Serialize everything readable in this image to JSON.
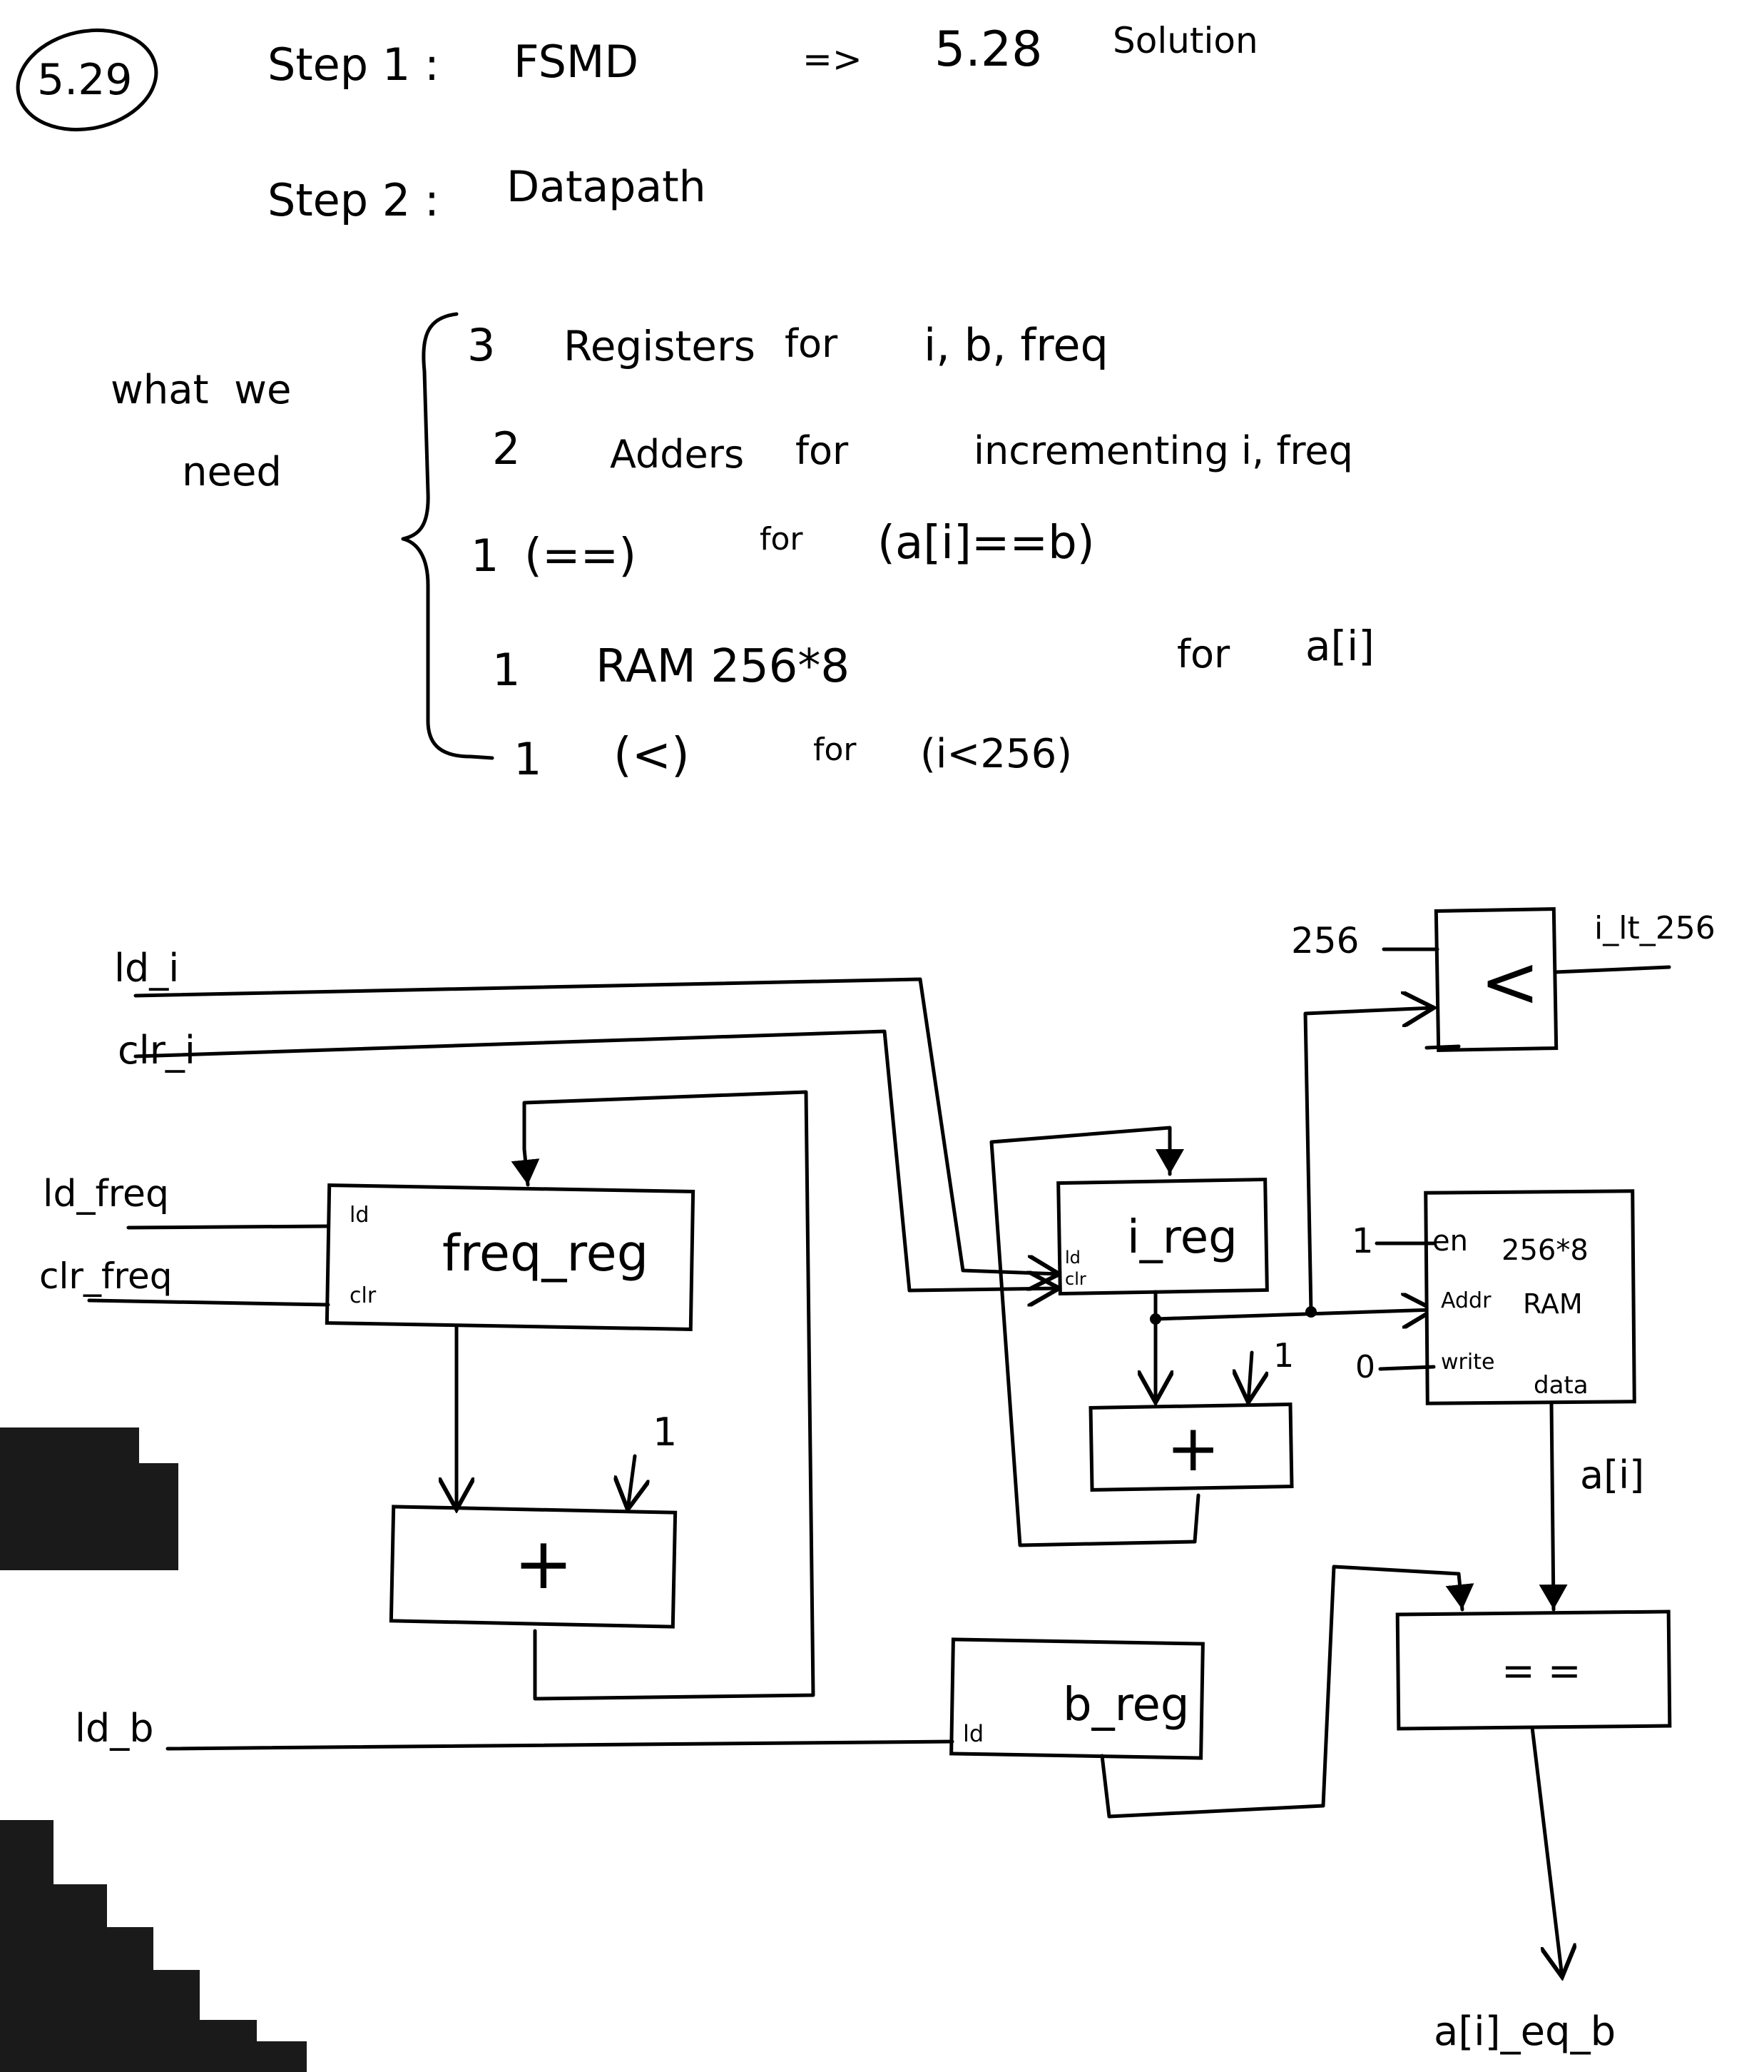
{
  "header": {
    "problem_number": "5.29",
    "step1_label": "Step 1 :",
    "step1_value": "FSMD",
    "implies": "=>",
    "ref_solution": "5.28",
    "solution_word": "Solution",
    "step2_label": "Step 2 :",
    "step2_value": "Datapath"
  },
  "needs": {
    "what_we_need": "what we need",
    "items": [
      {
        "qty": "3",
        "what": "Registers",
        "for": "for",
        "target": "i, b, freq"
      },
      {
        "qty": "2",
        "what": "Adders",
        "for": "for",
        "target": "incrementing i, freq"
      },
      {
        "qty": "1",
        "what": "(==)",
        "for": "for",
        "target": "(a[i]==b)"
      },
      {
        "qty": "1",
        "what": "RAM 256*8",
        "for": "for",
        "target": "a[i]"
      },
      {
        "qty": "1",
        "what": "(<)",
        "for": "for",
        "target": "(i<256)"
      }
    ]
  },
  "diagram": {
    "signals": {
      "ld_i": "ld_i",
      "clr_i": "clr_i",
      "ld_freq": "ld_freq",
      "clr_freq": "clr_freq",
      "ld_b": "ld_b",
      "const_256": "256",
      "i_lt_256": "i_lt_256",
      "const_one_en": "1",
      "const_zero_write": "0",
      "const_one_freq_adder": "1",
      "const_one_i_adder": "1",
      "a_i": "a[i]",
      "output": "a[i]_eq_b"
    },
    "blocks": {
      "freq_reg": {
        "name": "freq_reg",
        "port_ld": "ld",
        "port_clr": "clr"
      },
      "i_reg": {
        "name": "i_reg",
        "port_ld": "ld",
        "port_clr": "clr"
      },
      "b_reg": {
        "name": "b_reg",
        "port_ld": "ld"
      },
      "freq_adder": {
        "symbol": "+"
      },
      "i_adder": {
        "symbol": "+"
      },
      "comparator_lt": {
        "symbol": "<"
      },
      "comparator_eq": {
        "symbol": "= ="
      },
      "ram": {
        "size": "256*8",
        "type": "RAM",
        "port_en": "en",
        "port_addr": "Addr",
        "port_write": "write",
        "port_data": "data"
      }
    }
  }
}
